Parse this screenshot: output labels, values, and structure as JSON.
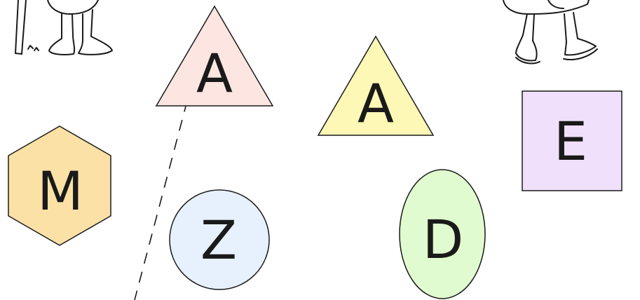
{
  "shapes": [
    {
      "id": "triangle-a-pink",
      "kind": "triangle",
      "label": "A",
      "fill": "#fde5e1"
    },
    {
      "id": "triangle-a-yellow",
      "kind": "triangle",
      "label": "A",
      "fill": "#fdf8b5"
    },
    {
      "id": "square-e",
      "kind": "square",
      "label": "E",
      "fill": "#f1e0fb"
    },
    {
      "id": "hexagon-m",
      "kind": "hexagon",
      "label": "M",
      "fill": "#fbe1a6"
    },
    {
      "id": "circle-z",
      "kind": "circle",
      "label": "Z",
      "fill": "#e6f1fd"
    },
    {
      "id": "ellipse-d",
      "kind": "ellipse",
      "label": "D",
      "fill": "#e0fbcf"
    }
  ],
  "decorations": [
    "walker-feet-left",
    "walker-feet-right",
    "dashed-line"
  ]
}
